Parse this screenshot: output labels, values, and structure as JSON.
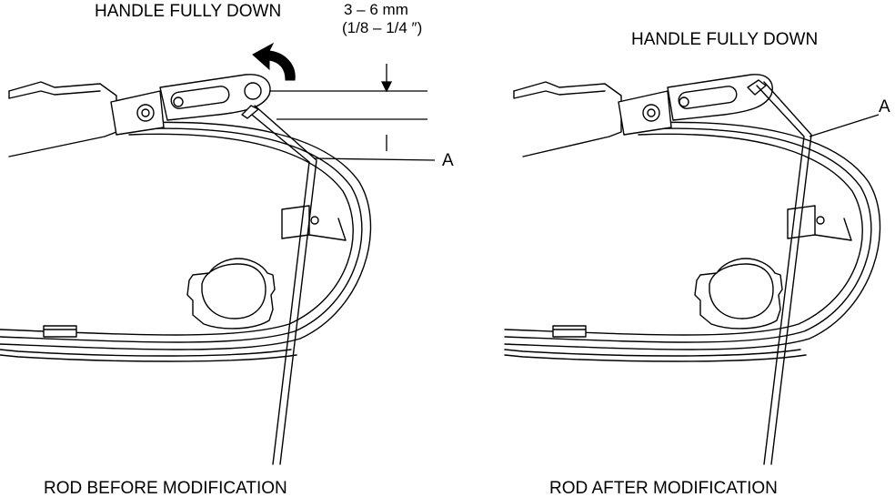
{
  "left_panel": {
    "title": "HANDLE FULLY DOWN",
    "dimension_mm": "3 – 6 mm",
    "dimension_in": "(1/8 – 1/4 ″)",
    "part_callout": "A",
    "caption": "ROD BEFORE MODIFICATION"
  },
  "right_panel": {
    "title": "HANDLE FULLY DOWN",
    "part_callout": "A",
    "caption": "ROD AFTER MODIFICATION"
  },
  "colors": {
    "line": "#000000",
    "background": "#ffffff"
  }
}
